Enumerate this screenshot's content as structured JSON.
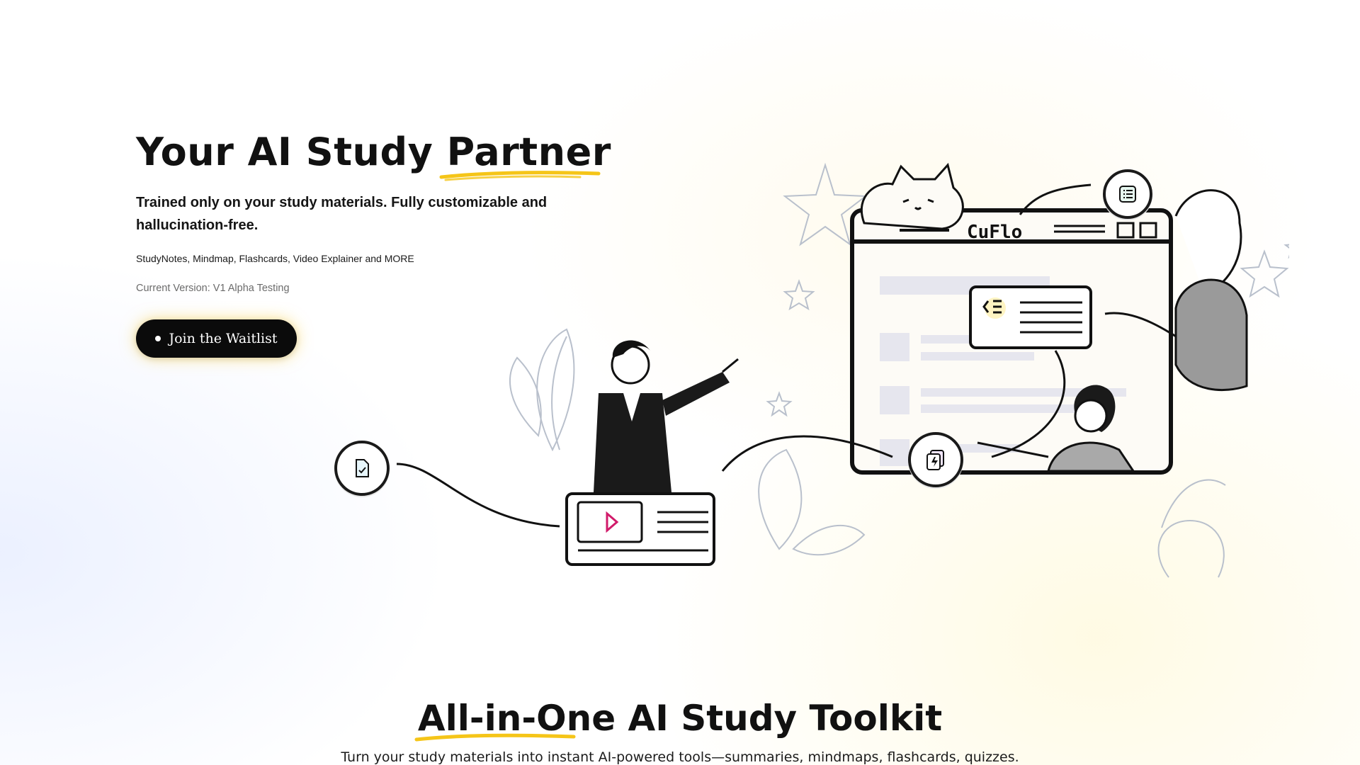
{
  "hero": {
    "title_prefix": "Your AI Study ",
    "title_highlight": "Partner",
    "subtitle": "Trained only on your study materials. Fully customizable and hallucination-free.",
    "features": "StudyNotes, Mindmap, Flashcards, Video Explainer and MORE",
    "version": "Current Version: V1 Alpha Testing",
    "cta_label": "Join the Waitlist"
  },
  "illustration": {
    "browser_logo_text": "CuFlo",
    "icons": [
      "document-check-icon",
      "play-icon",
      "list-icon",
      "list-indent-icon",
      "flashcard-bolt-icon"
    ]
  },
  "toolkit": {
    "title_highlight": "All-in-One",
    "title_rest": " AI Study Toolkit",
    "description": "Turn your study materials into instant AI-powered tools—summaries, mindmaps, flashcards, quizzes."
  },
  "colors": {
    "accent_yellow": "#f5c518",
    "ink": "#111111",
    "button_bg": "#0b0b0b"
  }
}
